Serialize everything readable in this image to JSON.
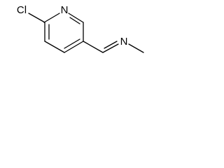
{
  "molecule": {
    "atoms": {
      "chlorine": "Cl",
      "ring_nitrogen": "N",
      "imine_nitrogen": "N"
    },
    "colors": {
      "bond": "#000000",
      "label": "#000000",
      "background": "#ffffff"
    }
  }
}
